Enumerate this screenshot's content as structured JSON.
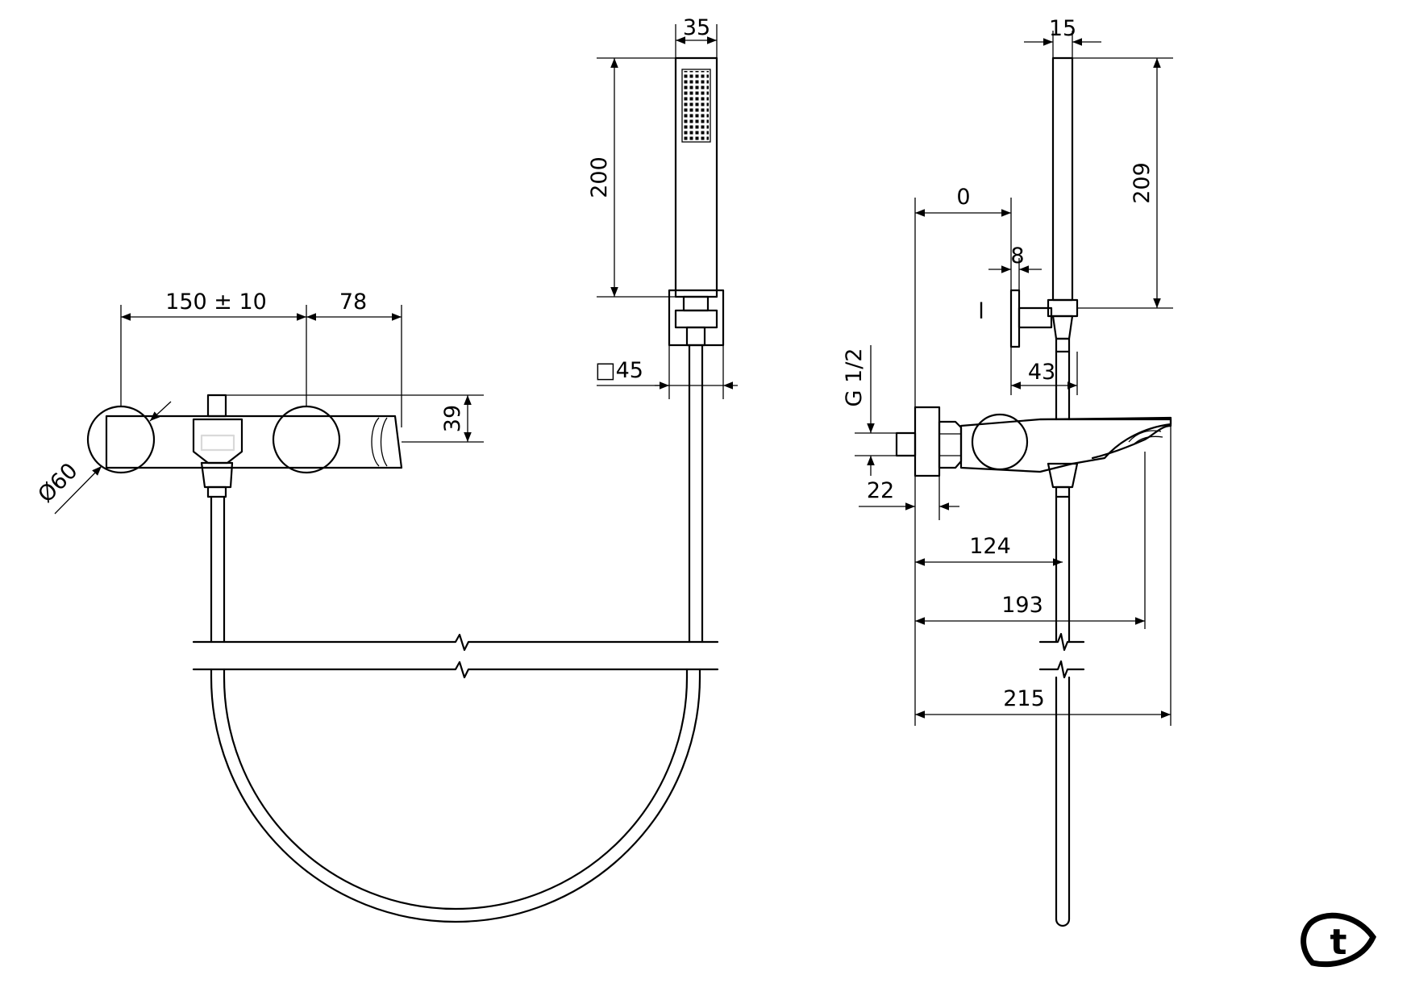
{
  "front_view": {
    "dims": {
      "spacing": "150 ± 10",
      "spout_projection": "78",
      "height": "39",
      "rosette_diameter": "Ø60"
    }
  },
  "hand_shower_view": {
    "dims": {
      "head_width": "35",
      "head_length": "200",
      "holder_square": "□45"
    }
  },
  "side_view": {
    "dims": {
      "riser_diameter": "15",
      "riser_height": "209",
      "offset_zero": "0",
      "holder_thickness": "8",
      "holder_label": "l",
      "holder_depth": "43",
      "thread": "G 1/2",
      "connector": "22",
      "outlet_distance": "124",
      "body_length": "193",
      "total_projection": "215"
    }
  },
  "logo": {
    "letter": "t",
    "color": "#000000"
  }
}
